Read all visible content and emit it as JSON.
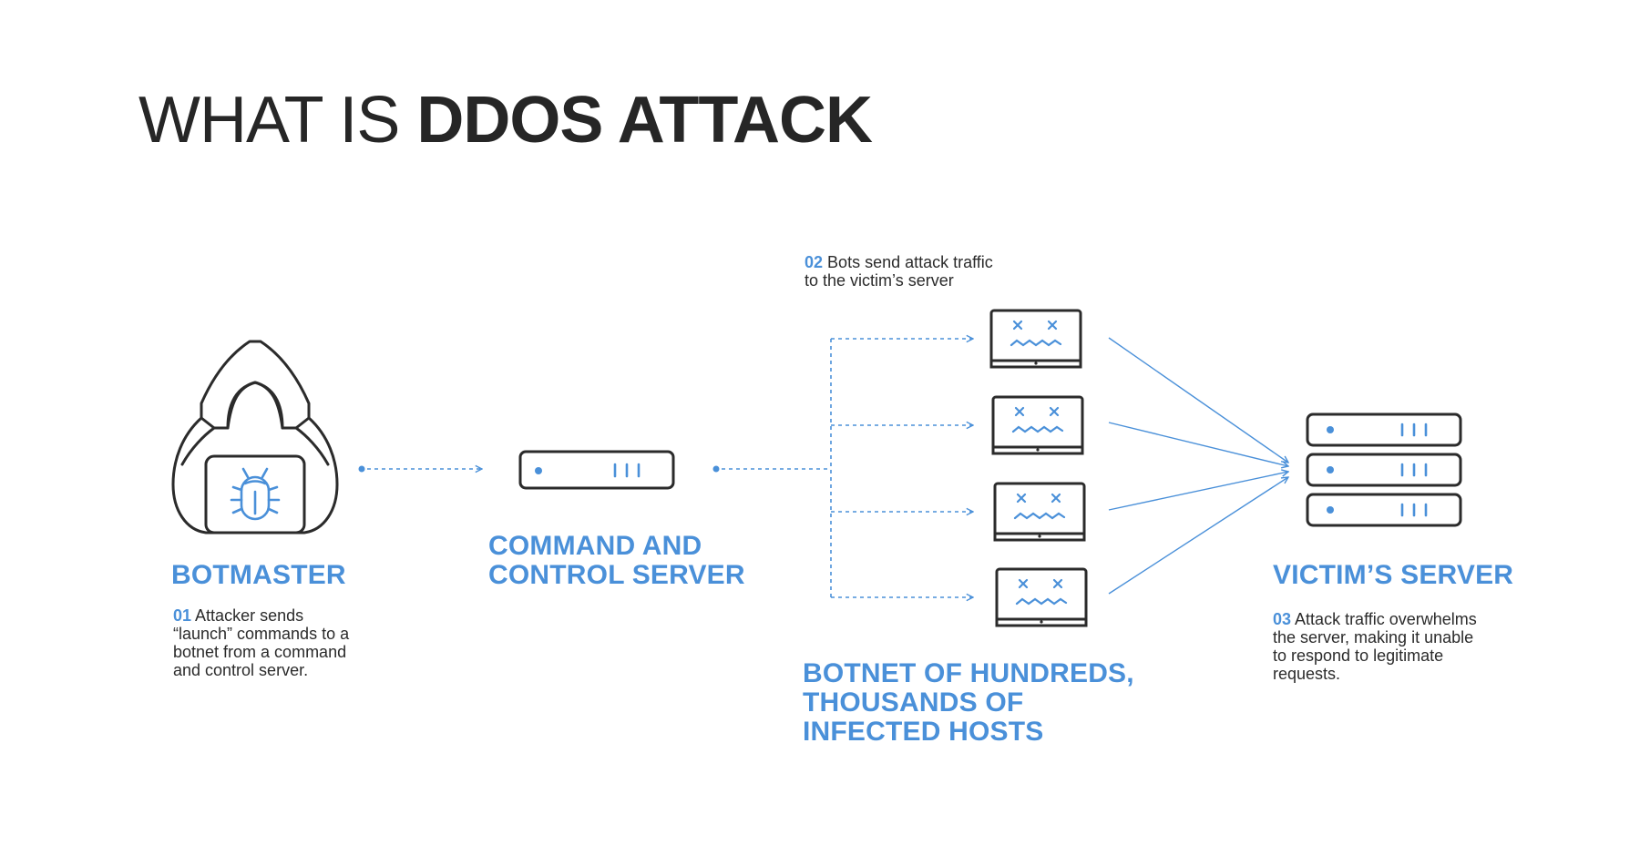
{
  "title": {
    "prefix": "WHAT IS",
    "emphasis": "DDOS ATTACK"
  },
  "botmaster": {
    "label": "BOTMASTER",
    "step_number": "01",
    "step_lines": [
      "Attacker sends",
      "“launch” commands to a",
      "botnet from a command",
      "and control server."
    ],
    "icons": {
      "figure": "hooded-hacker-icon",
      "laptop": "bug-icon"
    }
  },
  "command_server": {
    "label_lines": [
      "COMMAND AND",
      "CONTROL SERVER"
    ],
    "icon": "server-icon"
  },
  "bots": {
    "step_number": "02",
    "step_lines": [
      "Bots send attack traffic",
      "to the victim’s server"
    ],
    "label_lines": [
      "BOTNET OF HUNDREDS,",
      "THOUSANDS OF",
      "INFECTED HOSTS"
    ],
    "count": 4,
    "icon": "infected-laptop-icon"
  },
  "victim": {
    "label": "VICTIM’S SERVER",
    "step_number": "03",
    "step_lines": [
      "Attack traffic overwhelms",
      "the server, making it unable",
      "to respond to legitimate",
      "requests."
    ],
    "icon": "server-stack-icon",
    "unit_count": 3
  },
  "colors": {
    "accent": "#4a90d9",
    "stroke": "#2b2b2b",
    "text": "#2b2b2b"
  }
}
